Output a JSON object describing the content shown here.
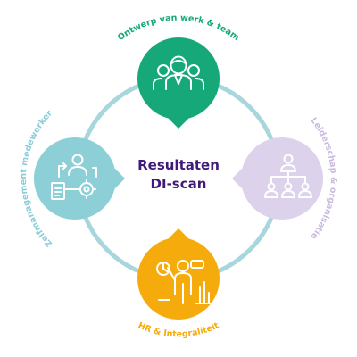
{
  "center": {
    "line1": "Resultaten",
    "line2": "DI-scan"
  },
  "nodes": {
    "top": {
      "label": "Ontwerp van werk & team",
      "icon": "team-icon",
      "color": "#17a879"
    },
    "right": {
      "label": "Leiderschap & organisatie",
      "icon": "org-chart-icon",
      "color": "#ddd2eb"
    },
    "bottom": {
      "label": "HR & Integraliteit",
      "icon": "presenter-icon",
      "color": "#f5ab0b"
    },
    "left": {
      "label": "Zelfmanagement medewerker",
      "icon": "self-management-icon",
      "color": "#8ccfd7"
    }
  },
  "colors": {
    "ring": "#a7d7dd",
    "title": "#3f1a78",
    "top_label": "#17a879",
    "right_label": "#c9badf",
    "bottom_label": "#f5ab0b",
    "left_label": "#8ccfd7"
  }
}
